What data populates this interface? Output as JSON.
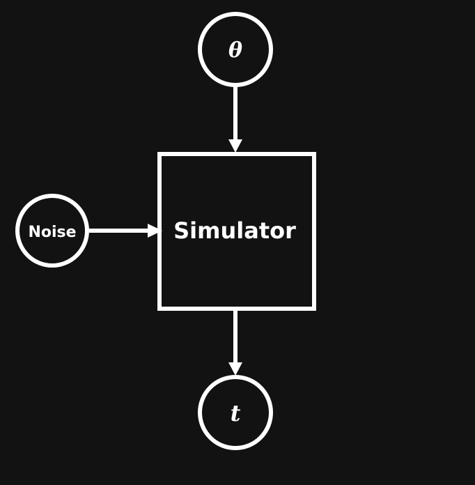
{
  "nodes": {
    "theta": {
      "label": "θ"
    },
    "noise": {
      "label": "Noise"
    },
    "simulator": {
      "label": "Simulator"
    },
    "t": {
      "label": "t"
    }
  },
  "colors": {
    "background": "#121212",
    "foreground": "#ffffff"
  }
}
